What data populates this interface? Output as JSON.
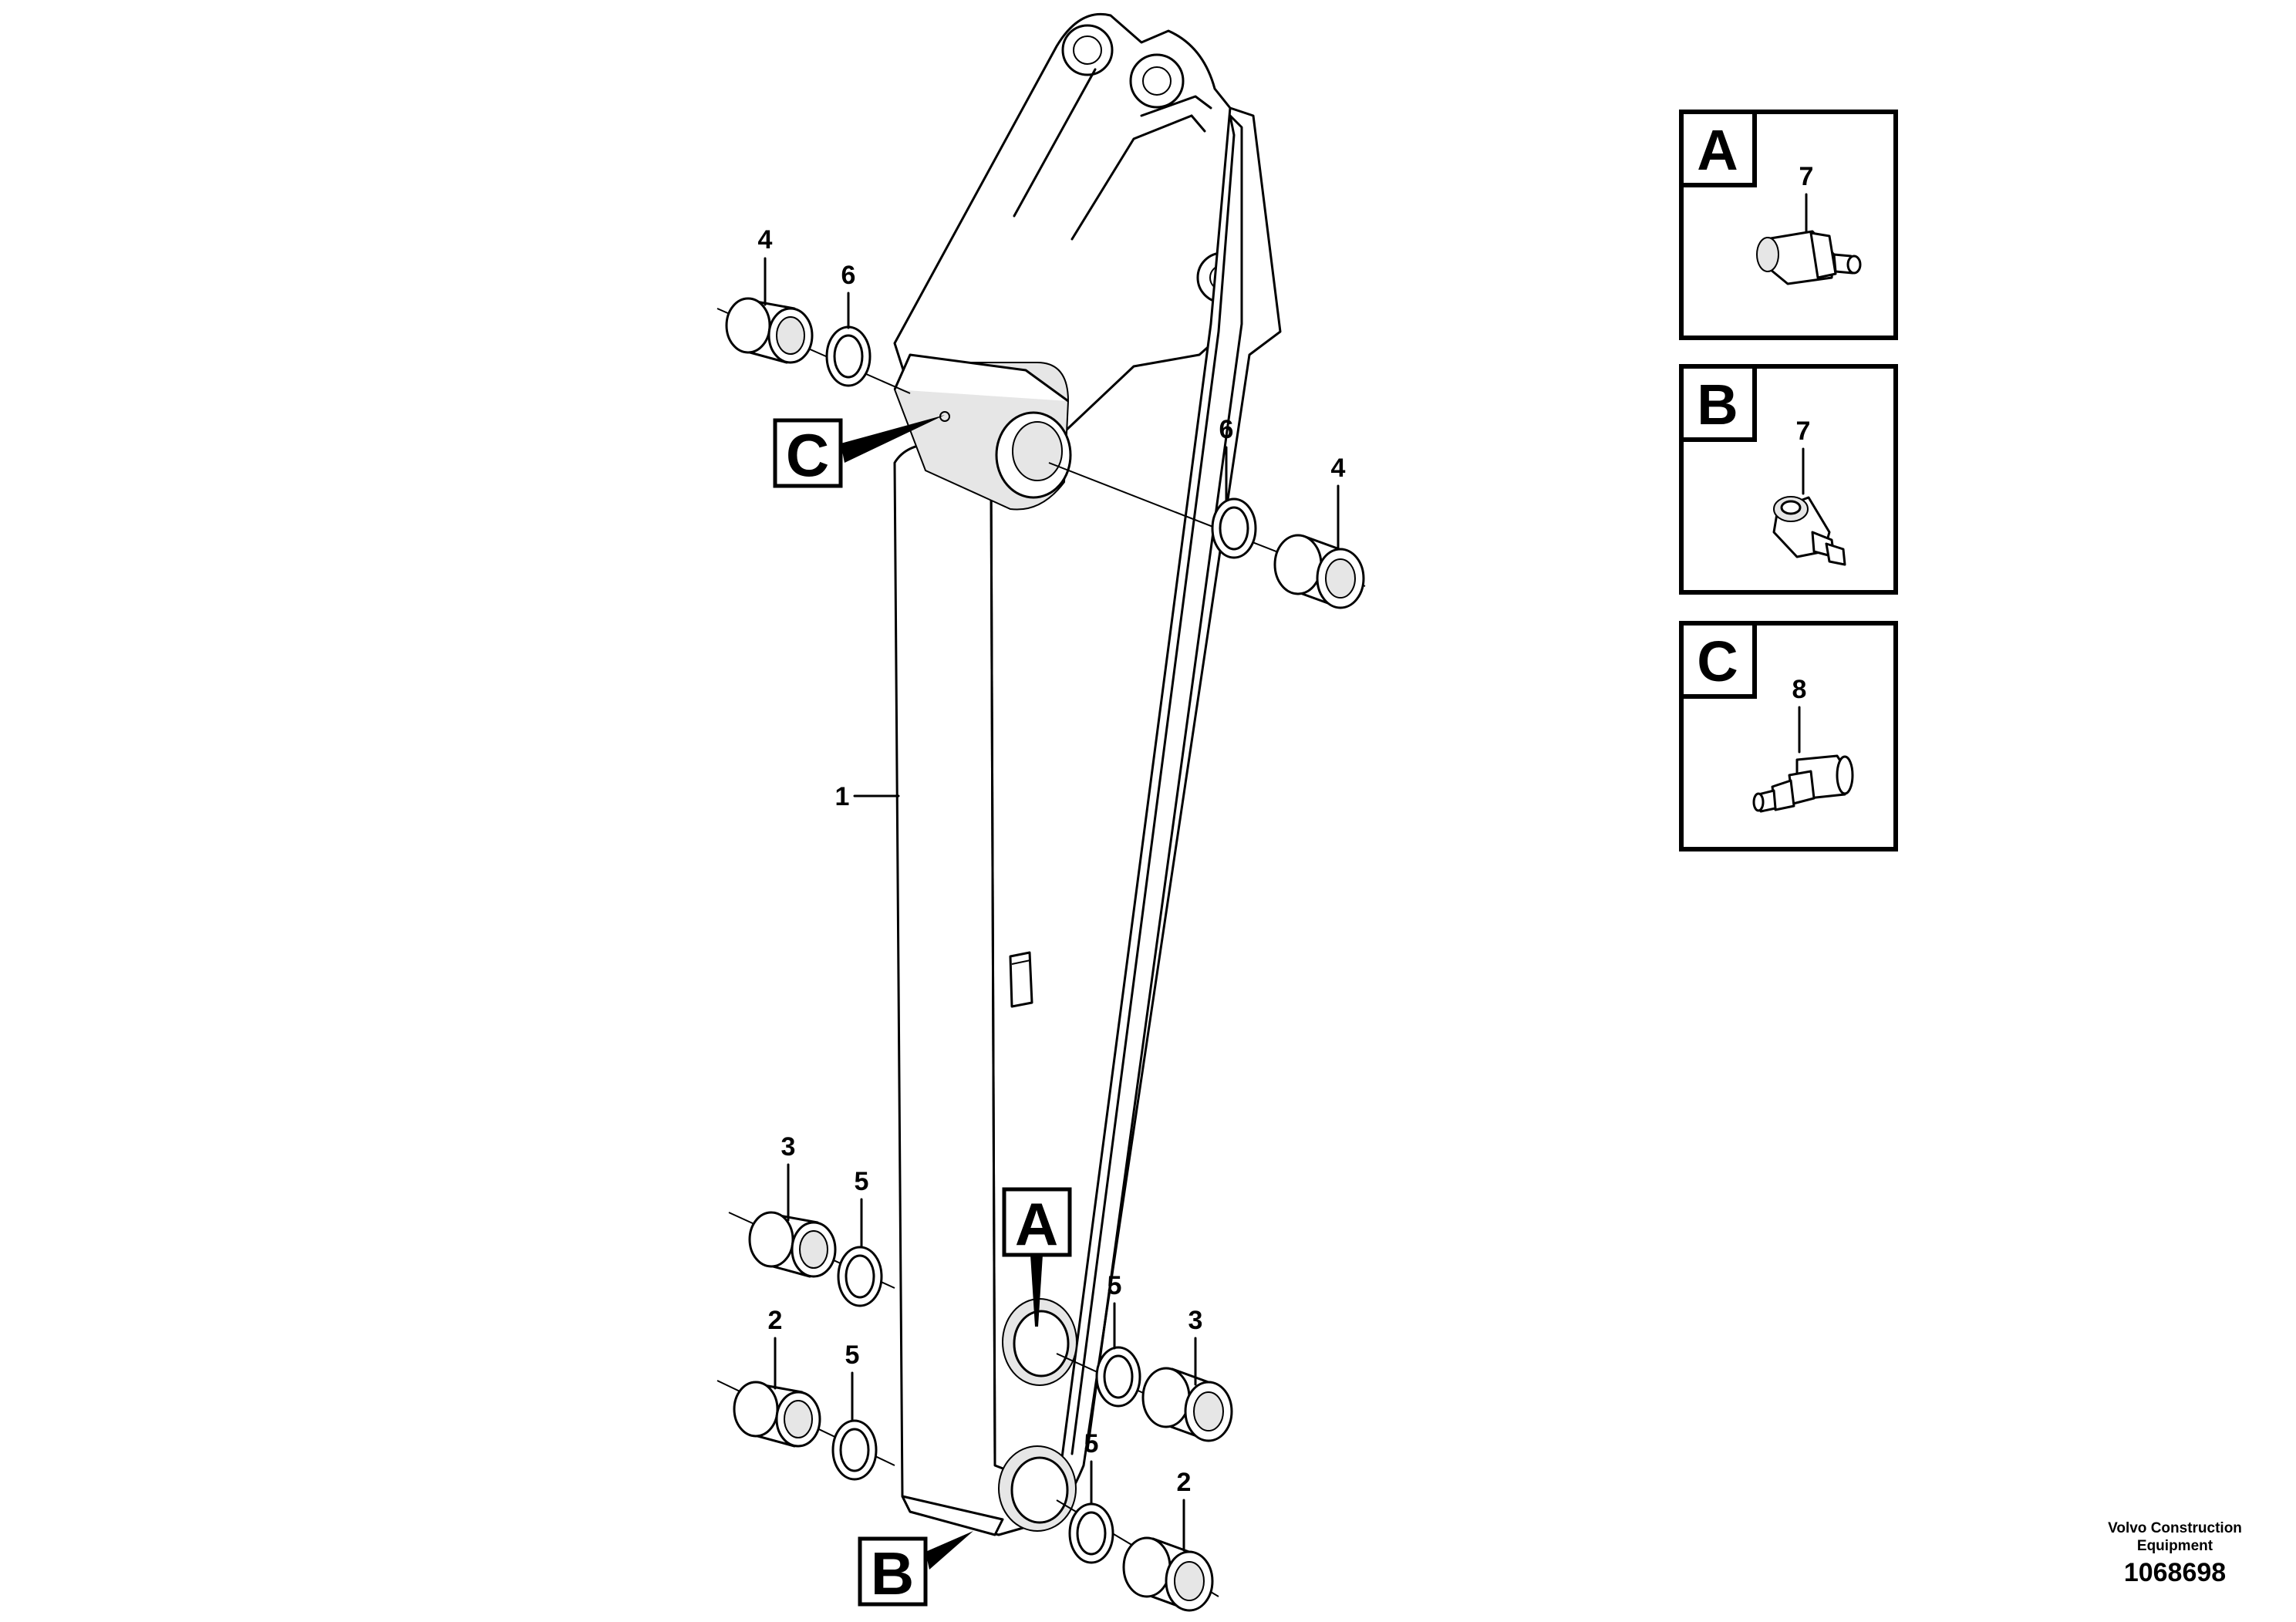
{
  "diagram": {
    "detail_labels": {
      "C": "C",
      "A": "A",
      "B": "B"
    },
    "part_numbers": {
      "p1": "1",
      "p2a": "2",
      "p2b": "2",
      "p3a": "3",
      "p3b": "3",
      "p4a": "4",
      "p4b": "4",
      "p5a": "5",
      "p5b": "5",
      "p5c": "5",
      "p5d": "5",
      "p6a": "6",
      "p6b": "6"
    },
    "insets": [
      {
        "letter": "A",
        "part": "7"
      },
      {
        "letter": "B",
        "part": "7"
      },
      {
        "letter": "C",
        "part": "8"
      }
    ]
  },
  "footer": {
    "company_line1": "Volvo Construction",
    "company_line2": "Equipment",
    "document_number": "1068698"
  }
}
